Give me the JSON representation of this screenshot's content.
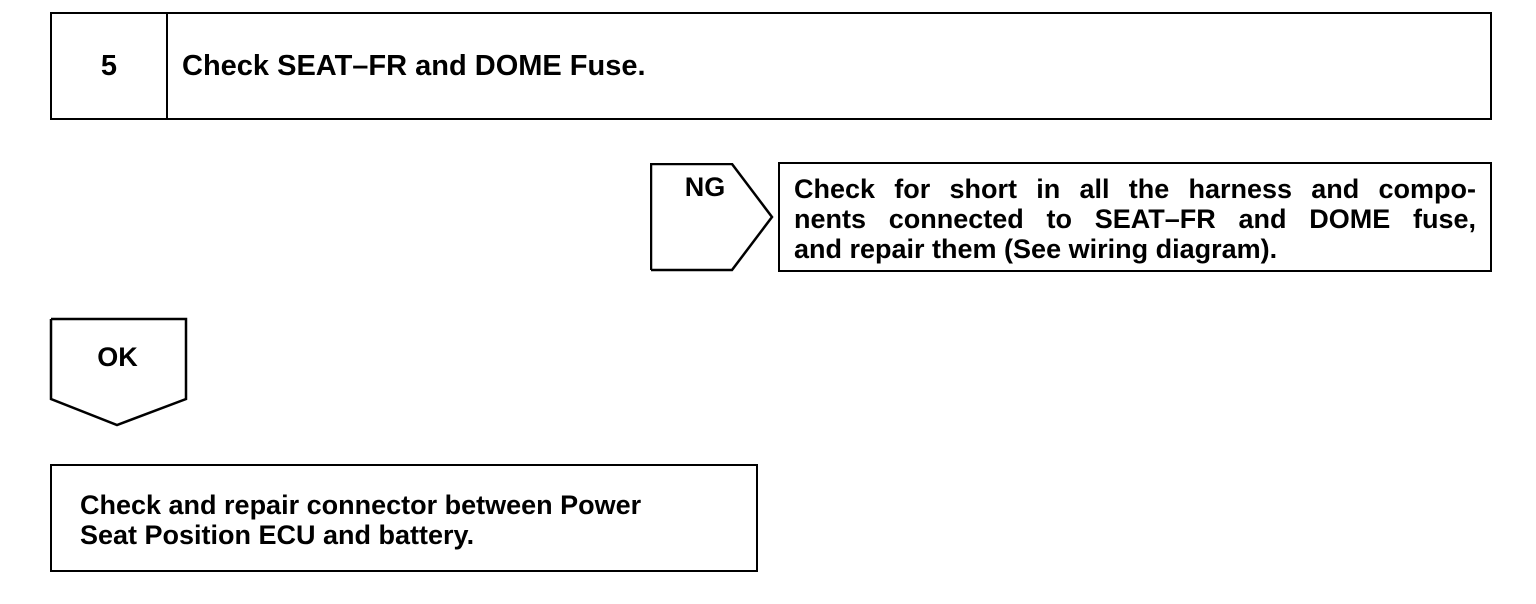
{
  "step": {
    "number": "5",
    "title": "Check SEAT–FR and DOME Fuse."
  },
  "ng_branch": {
    "label": "NG",
    "action_lines": [
      "Check for short in all the harness and compo-",
      "nents connected to SEAT–FR and DOME fuse,",
      "and repair them (See wiring diagram)."
    ]
  },
  "ok_branch": {
    "label": "OK",
    "action_lines": [
      "Check and repair connector between Power",
      "Seat Position ECU and battery."
    ]
  }
}
